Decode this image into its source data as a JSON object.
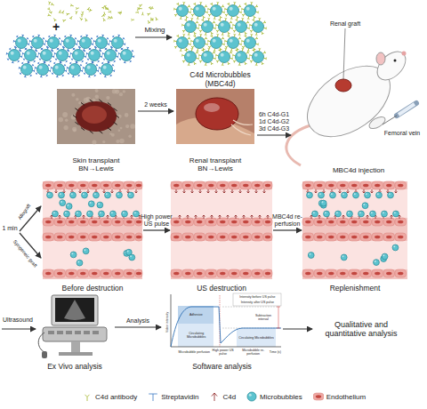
{
  "diagram": {
    "nodes": [
      {
        "text": [
          "C4d Microbubbles",
          "(MBC4d)"
        ]
      },
      {
        "text": [
          "Skin transplant BN→Lewis"
        ]
      },
      {
        "text": [
          "Renal transplant BN→Lewis"
        ]
      },
      {
        "text": [
          "MBC4d injection"
        ]
      },
      {
        "text": [
          "Before destruction"
        ]
      },
      {
        "text": [
          "US destruction"
        ]
      },
      {
        "text": [
          "Replenishment"
        ]
      },
      {
        "text": [
          "Ex Vivo analysis"
        ]
      },
      {
        "text": [
          "Software analysis"
        ]
      },
      {
        "text": [
          "Qualitative and quantitative analysis"
        ]
      }
    ],
    "edges": [
      {
        "from": 1,
        "to": 2,
        "arrow": "to",
        "label": "2 weeks"
      },
      {
        "from": 2,
        "to": 3,
        "arrow": "to",
        "label": "6h C4d-G1 1d C4d-G2 3d C4d-G3"
      },
      {
        "from": 4,
        "to": 5,
        "arrow": "to",
        "label": "High power US pulse"
      },
      {
        "from": 5,
        "to": 6,
        "arrow": "to",
        "label": "MBC4d re-perfusion"
      },
      {
        "from": 7,
        "to": 8,
        "arrow": "to",
        "label": "Analysis"
      },
      {
        "from": 8,
        "to": 9,
        "arrow": "to"
      }
    ],
    "labels": [
      "+",
      "Mixing",
      "Renal graft",
      "Femoral vein",
      "1 min",
      "Allograft",
      "Syngeneic graft",
      "Ultrasound",
      "Video intensity",
      "Adhesive",
      "Circulating Microbubbles",
      "Circulating Microbubbles",
      "Intensity before US pulse",
      "Intensity after US pulse",
      "Subtraction interval",
      "Microbubble perfusion",
      "High power US pulse",
      "Microbubble re-perfusion",
      "Time (s)"
    ],
    "legend": [
      {
        "text": "C4d antibody"
      },
      {
        "text": "Streptavidin"
      },
      {
        "text": "C4d"
      },
      {
        "text": "Microbubbles"
      },
      {
        "text": "Endothelium"
      }
    ]
  }
}
